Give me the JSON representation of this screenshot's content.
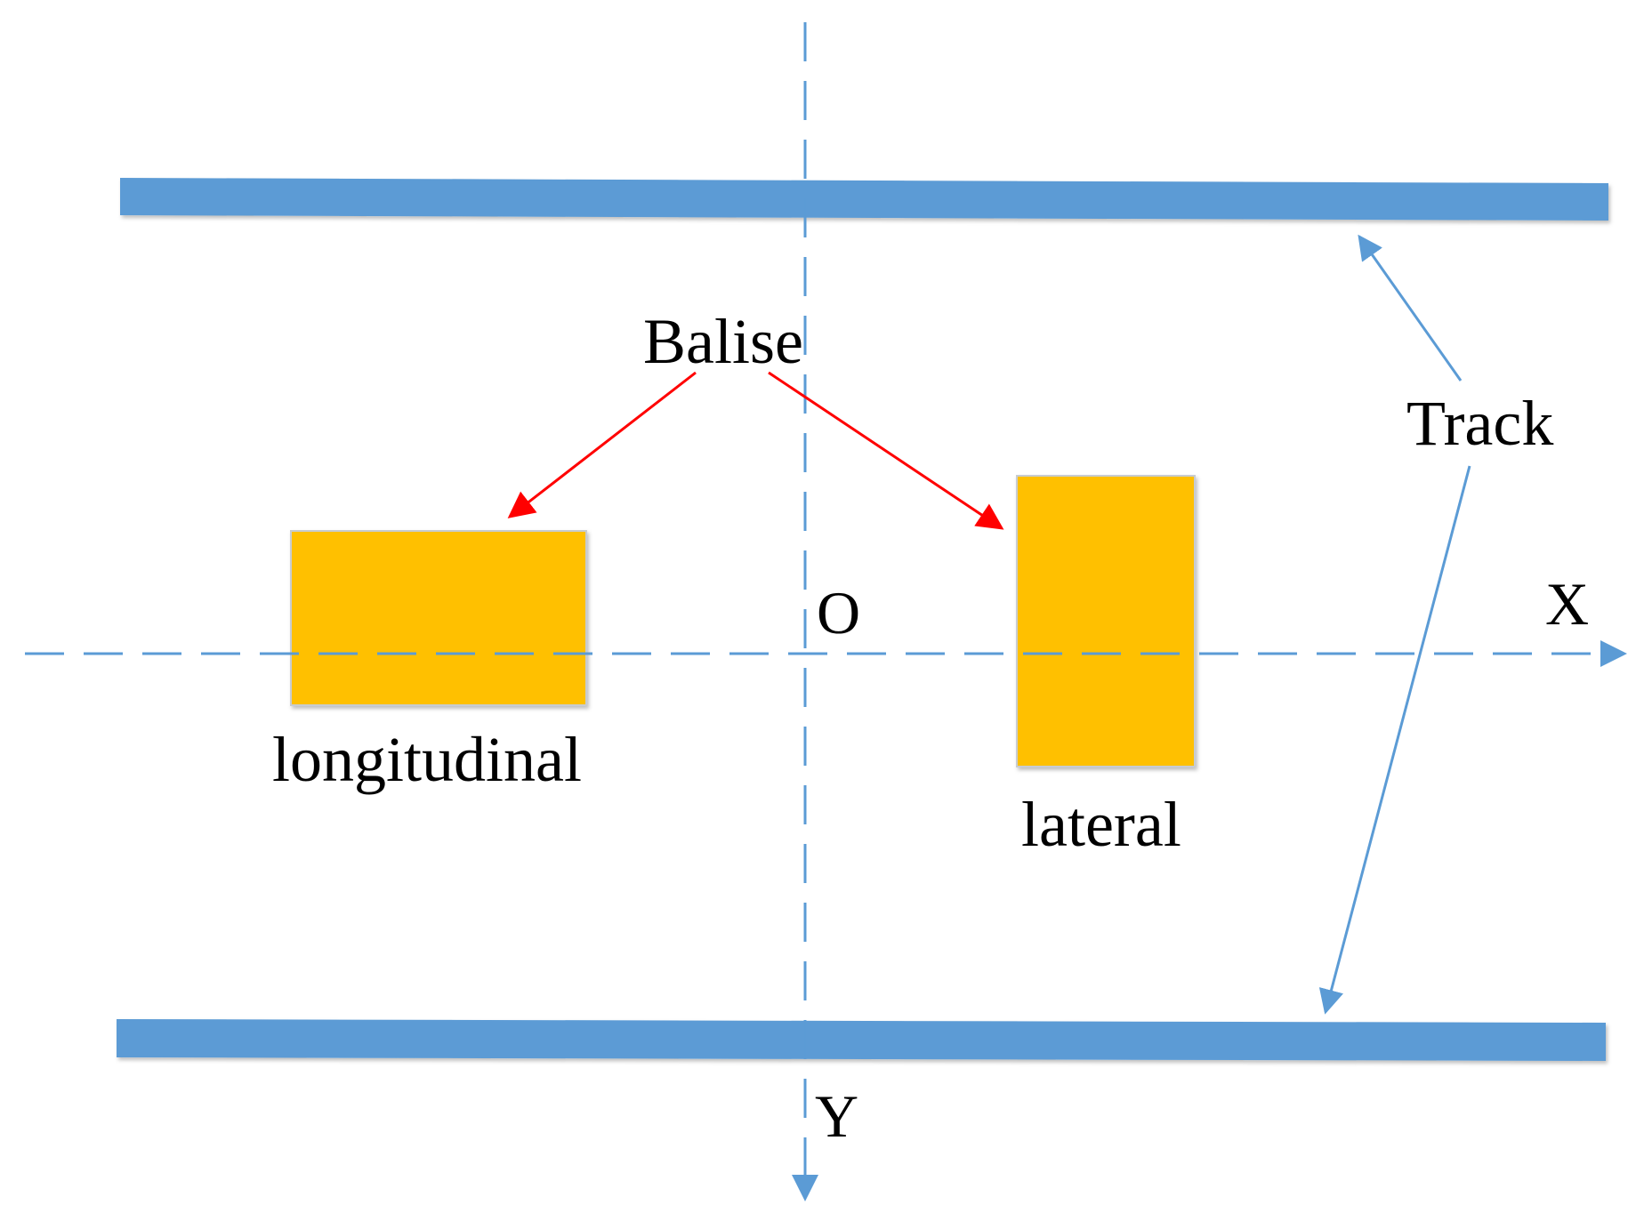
{
  "labels": {
    "balise": "Balise",
    "track": "Track",
    "origin": "O",
    "x_axis": "X",
    "y_axis": "Y",
    "longitudinal": "longitudinal",
    "lateral": "lateral"
  },
  "colors": {
    "track": "#5b9bd5",
    "axis": "#5b9bd5",
    "balise": "#ffc000",
    "balise_pointer": "#ff0000",
    "track_pointer": "#5b9bd5",
    "text": "#000000",
    "background": "#ffffff"
  }
}
